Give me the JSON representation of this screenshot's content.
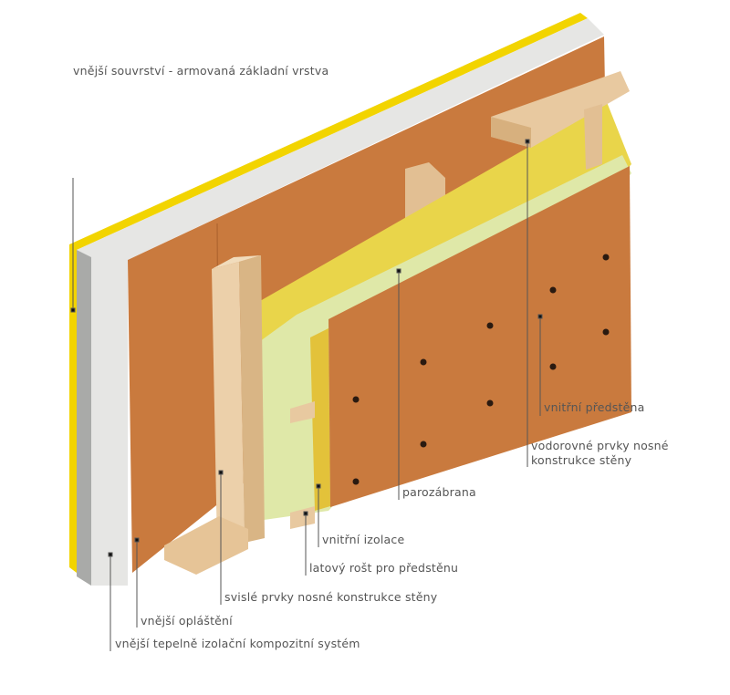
{
  "labels": {
    "outer_layer": "vnější souvrství - armovaná základní vrstva",
    "inner_wall": "vnitřní předstěna",
    "horizontal_1": "vodorovné prvky nosné",
    "horizontal_2": "konstrukce stěny",
    "vapor_barrier": "parozábrana",
    "inner_insulation": "vnitřní izolace",
    "batten_grid": "latový rošt pro předstěnu",
    "vertical_members": "svislé prvky nosné konstrukce stěny",
    "outer_cladding": "vnější opláštění",
    "etics": "vnější tepelně izolační kompozitní systém"
  },
  "colors": {
    "render": "#f2d400",
    "eps": "#e6e6e4",
    "eps_side": "#a9aaa8",
    "fibreboard": "#c97a3e",
    "insulation": "#e9d54a",
    "membrane": "#dfe8a8",
    "timber": "#e8c9a0",
    "leader": "#555555"
  }
}
